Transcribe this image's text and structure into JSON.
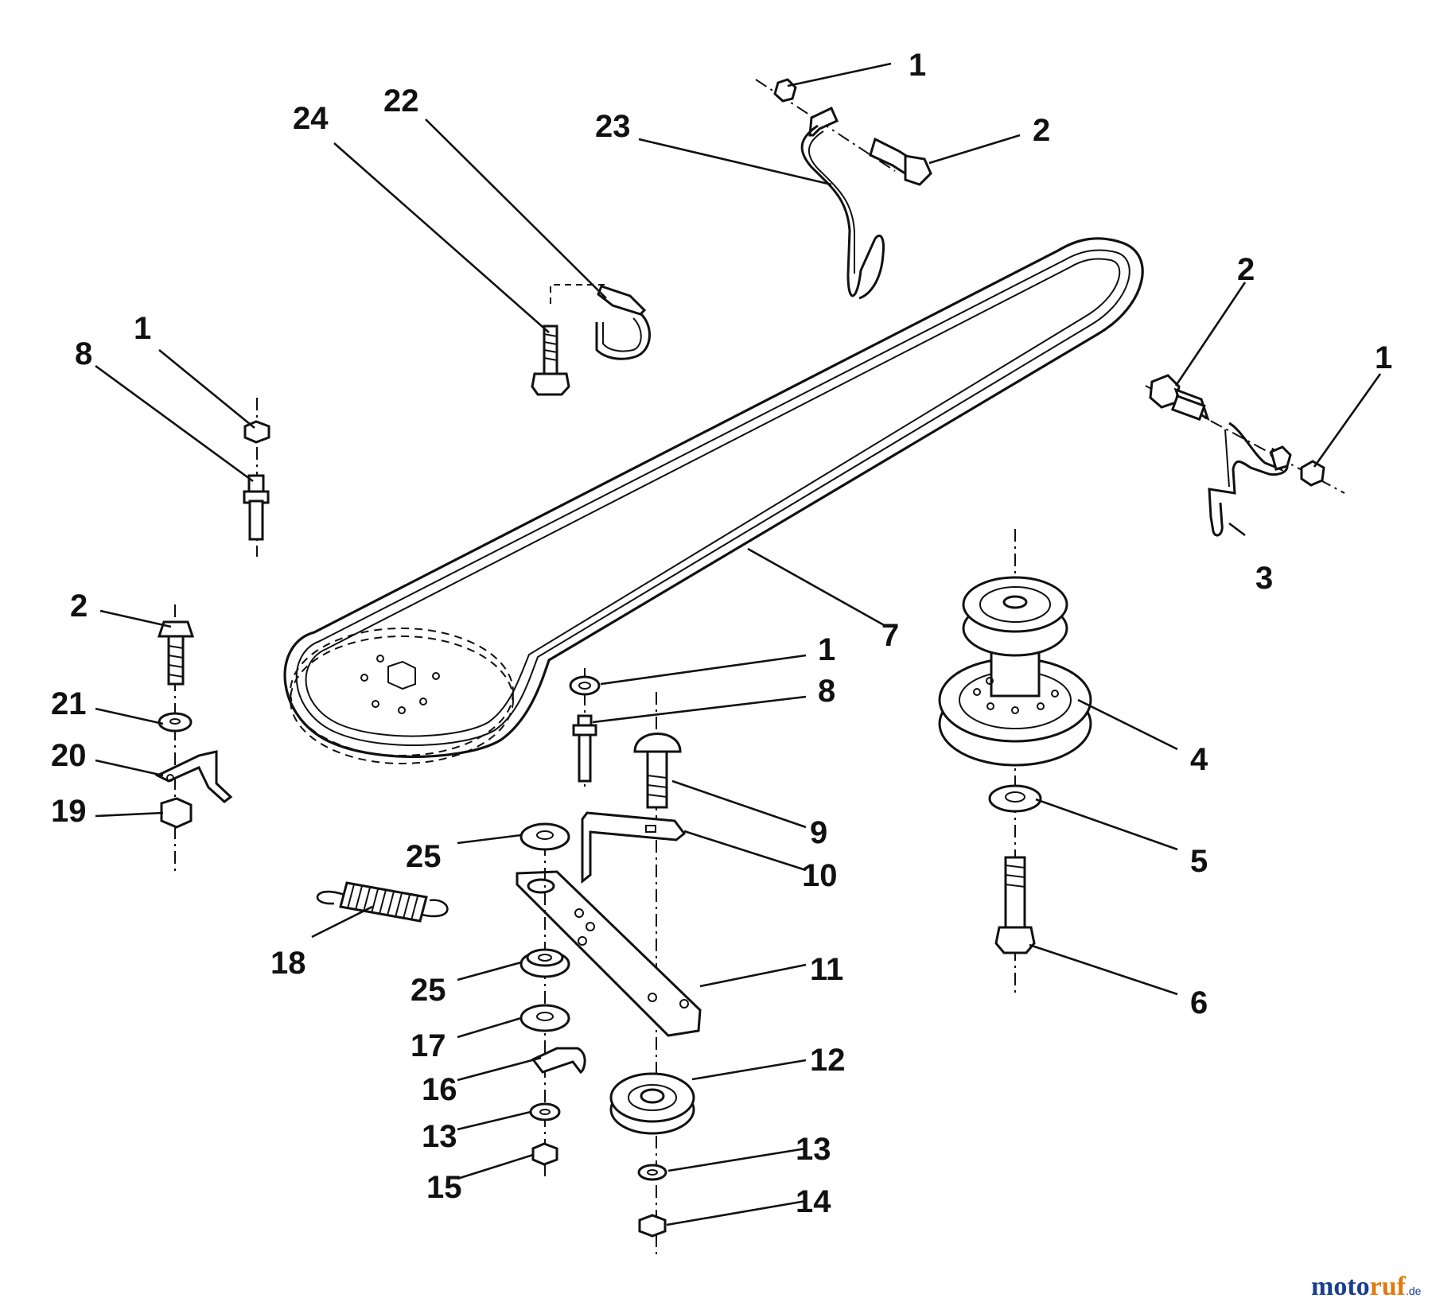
{
  "callouts": [
    "1",
    "2",
    "23",
    "22",
    "24",
    "2",
    "1",
    "1",
    "8",
    "3",
    "7",
    "2",
    "21",
    "20",
    "19",
    "1",
    "8",
    "4",
    "9",
    "10",
    "5",
    "25",
    "18",
    "11",
    "25",
    "6",
    "17",
    "12",
    "16",
    "13",
    "13",
    "15",
    "14"
  ],
  "watermark": {
    "part1": "moto",
    "part2": "ruf",
    "suffix": ".de"
  }
}
